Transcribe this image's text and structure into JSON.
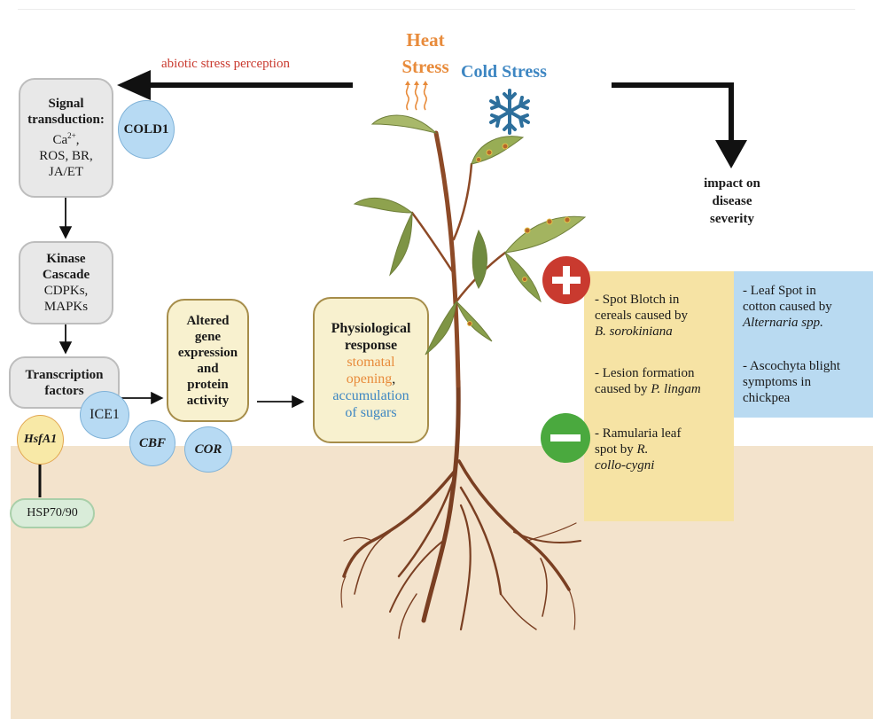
{
  "stressors": {
    "heat_line1": "Heat",
    "heat_line2": "Stress",
    "cold": "Cold Stress"
  },
  "arrows": {
    "left_label": "abiotic stress perception",
    "right_label_line1": "impact on",
    "right_label_line2": "disease",
    "right_label_line3": "severity"
  },
  "signal_box": {
    "title_line1": "Signal",
    "title_line2": "transduction:",
    "line1": "Ca",
    "line1_sup": "2+",
    "line1_end": ",",
    "line2": "ROS, BR,",
    "line3": "JA/ET"
  },
  "kinase_box": {
    "title_line1": "Kinase",
    "title_line2": "Cascade",
    "line1": "CDPKs,",
    "line2": "MAPKs"
  },
  "tf_box": {
    "title_line1": "Transcription",
    "title_line2": "factors"
  },
  "circles": {
    "cold1": "COLD1",
    "ice1": "ICE1",
    "cbf": "CBF",
    "cor": "COR",
    "hsfa1": "HsfA1",
    "hsp": "HSP70/90"
  },
  "gene_box": {
    "line1": "Altered",
    "line2": "gene",
    "line3": "expression",
    "line4": "and",
    "line5": "protein",
    "line6": "activity"
  },
  "physio_box": {
    "title_line1": "Physiological",
    "title_line2": "response",
    "orange_line1": "stomatal",
    "orange_line2": "opening",
    "comma": ",",
    "blue_line1": "accumulation",
    "blue_line2": "of sugars"
  },
  "yellow_panel": {
    "item1_line1": "- Spot Blotch in",
    "item1_line2": "cereals caused by",
    "item1_italic": "B. sorokiniana",
    "item2_line1": "- Lesion formation",
    "item2_line2": "caused by",
    "item2_italic": "P. lingam",
    "item3_line1": "- Ramularia leaf",
    "item3_line2": "spot by",
    "item3_italic1": "R.",
    "item3_italic2": "collo-cygni"
  },
  "blue_panel": {
    "item1_line1": "- Leaf Spot in",
    "item1_line2": "cotton caused by",
    "item1_italic": "Alternaria spp.",
    "item2_line1": "- Ascochyta blight",
    "item2_line2": "symptoms in",
    "item2_line3": "chickpea"
  },
  "colors": {
    "heat": "#e88b3b",
    "cold": "#3d86c2",
    "plus_badge": "#c93a2f",
    "minus_badge": "#4aa93e",
    "soil": "#f3e3cc",
    "yellow_panel": "#f6e3a4",
    "blue_panel": "#b9daf1"
  }
}
